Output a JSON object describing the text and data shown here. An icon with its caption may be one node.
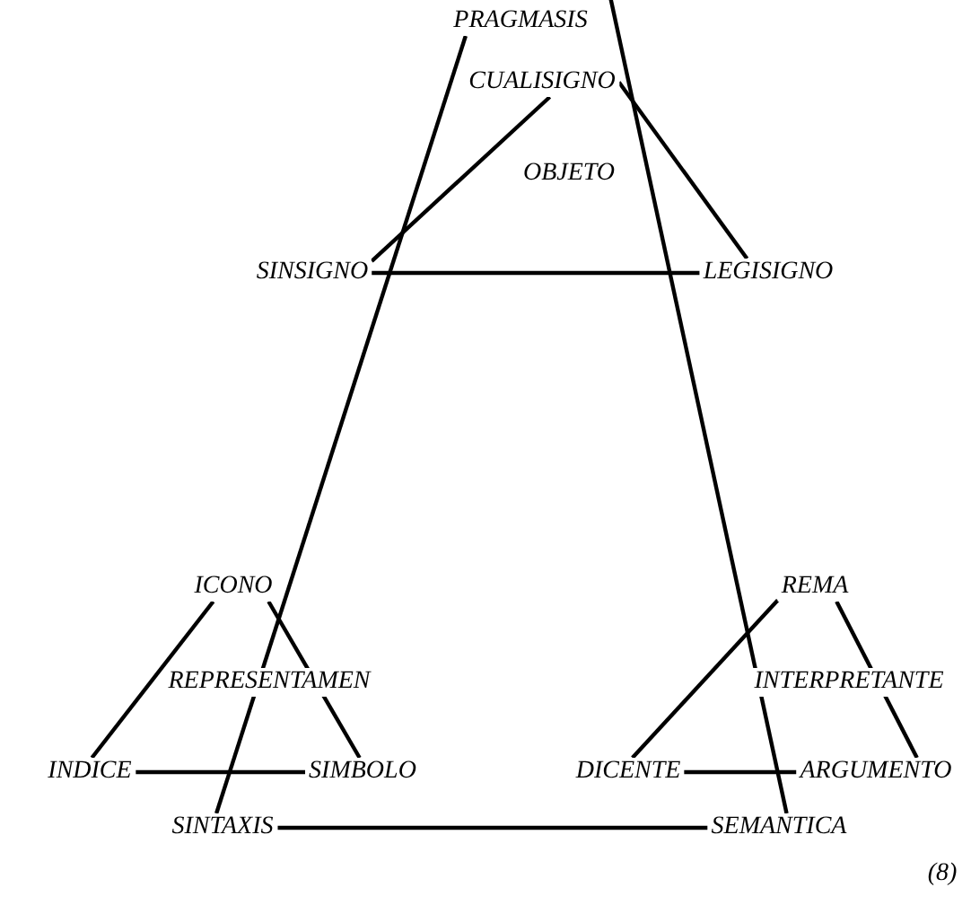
{
  "diagram": {
    "nodes": [
      {
        "text": [
          "PRAGMASIS"
        ]
      },
      {
        "text": [
          "CUALISIGNO"
        ]
      },
      {
        "text": [
          "SINSIGNO"
        ]
      },
      {
        "text": [
          "LEGISIGNO"
        ]
      },
      {
        "text": [
          "ICONO"
        ]
      },
      {
        "text": [
          "REMA"
        ]
      },
      {
        "text": [
          "INDICE"
        ]
      },
      {
        "text": [
          "SIMBOLO"
        ]
      },
      {
        "text": [
          "DICENTE"
        ]
      },
      {
        "text": [
          "ARGUMENTO"
        ]
      },
      {
        "text": [
          "SINTAXIS"
        ]
      },
      {
        "text": [
          "SEMANTICA"
        ]
      }
    ],
    "edges": [
      {
        "from": 0,
        "to": 10,
        "arrow": "none"
      },
      {
        "from": 0,
        "to": 11,
        "arrow": "none"
      },
      {
        "from": 10,
        "to": 11,
        "arrow": "none"
      },
      {
        "from": 1,
        "to": 2,
        "arrow": "none"
      },
      {
        "from": 1,
        "to": 3,
        "arrow": "none"
      },
      {
        "from": 2,
        "to": 3,
        "arrow": "none"
      },
      {
        "from": 4,
        "to": 6,
        "arrow": "none"
      },
      {
        "from": 4,
        "to": 7,
        "arrow": "none"
      },
      {
        "from": 6,
        "to": 7,
        "arrow": "none"
      },
      {
        "from": 5,
        "to": 8,
        "arrow": "none"
      },
      {
        "from": 5,
        "to": 9,
        "arrow": "none"
      },
      {
        "from": 8,
        "to": 9,
        "arrow": "none"
      }
    ],
    "labels": [
      "OBJETO",
      "REPRESENTAMEN",
      "INTERPRETANTE",
      "(8)"
    ]
  }
}
